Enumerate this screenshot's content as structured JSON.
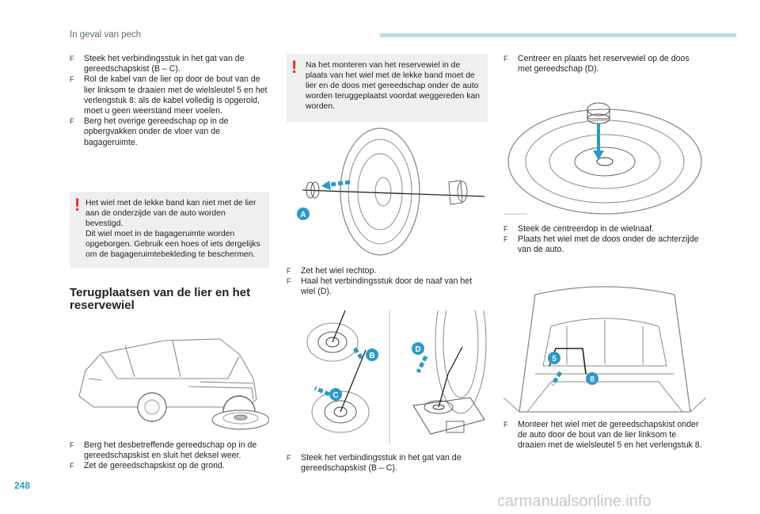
{
  "header": {
    "title": "In geval van pech"
  },
  "page_number": "248",
  "watermark": "carmanualsonline.info",
  "bullet_marker": "F",
  "warning_marker": "!",
  "col1": {
    "bullets_top": [
      "Steek het verbindingsstuk in het gat van de gereedschapskist (B – C).",
      "Rol de kabel van de lier op door de bout van de lier linksom te draaien met de wielsleutel 5 en het verlengstuk 8: als de kabel volledig is opgerold, moet u geen weerstand meer voelen.",
      "Berg het overige gereedschap op in de opbergvakken onder de vloer van de bagageruimte."
    ],
    "warning": {
      "line1": "Het wiel met de lekke band kan niet met de lier aan de onderzijde van de auto worden bevestigd.",
      "line2": "Dit wiel moet in de bagageruimte worden opgeborgen. Gebruik een hoes of iets dergelijks om de bagageruimtebekleding te beschermen."
    },
    "section_title": "Terugplaatsen van de lier en het reservewiel",
    "bullets_bottom": [
      "Berg het desbetreffende gereedschap op in de gereedschapskist en sluit het deksel weer.",
      "Zet de gereedschapskist op de grond."
    ]
  },
  "col2": {
    "warning": "Na het monteren van het reservewiel in de plaats van het wiel met de lekke band moet de lier en de doos met gereedschap onder de auto worden teruggeplaatst voordat weggereden kan worden.",
    "label_a": "A",
    "bullets_mid": [
      "Zet het wiel rechtop.",
      "Haal het verbindingsstuk door de naaf van het wiel (D)."
    ],
    "label_b": "B",
    "label_c": "C",
    "label_d": "D",
    "bullets_bottom": [
      "Steek het verbindingsstuk in het gat van de gereedschapskist (B – C)."
    ]
  },
  "col3": {
    "bullets_top": [
      "Centreer en plaats het reservewiel op de doos met gereedschap (D)."
    ],
    "bullets_mid": [
      "Steek de centreerdop in de wielnaaf.",
      "Plaats het wiel met de doos onder de achterzijde van de auto."
    ],
    "label_5": "5",
    "label_8": "8",
    "bullets_bottom": [
      "Monteer het wiel met de gereedschapskist onder de auto door de bout van de lier linksom te draaien met de wielsleutel 5 en het verlengstuk 8."
    ]
  },
  "colors": {
    "accent_blue": "#2b9ac8",
    "warning_red": "#e52a1f",
    "header_bar": "#b9dbe8",
    "panel_grey": "#eef0f0"
  }
}
